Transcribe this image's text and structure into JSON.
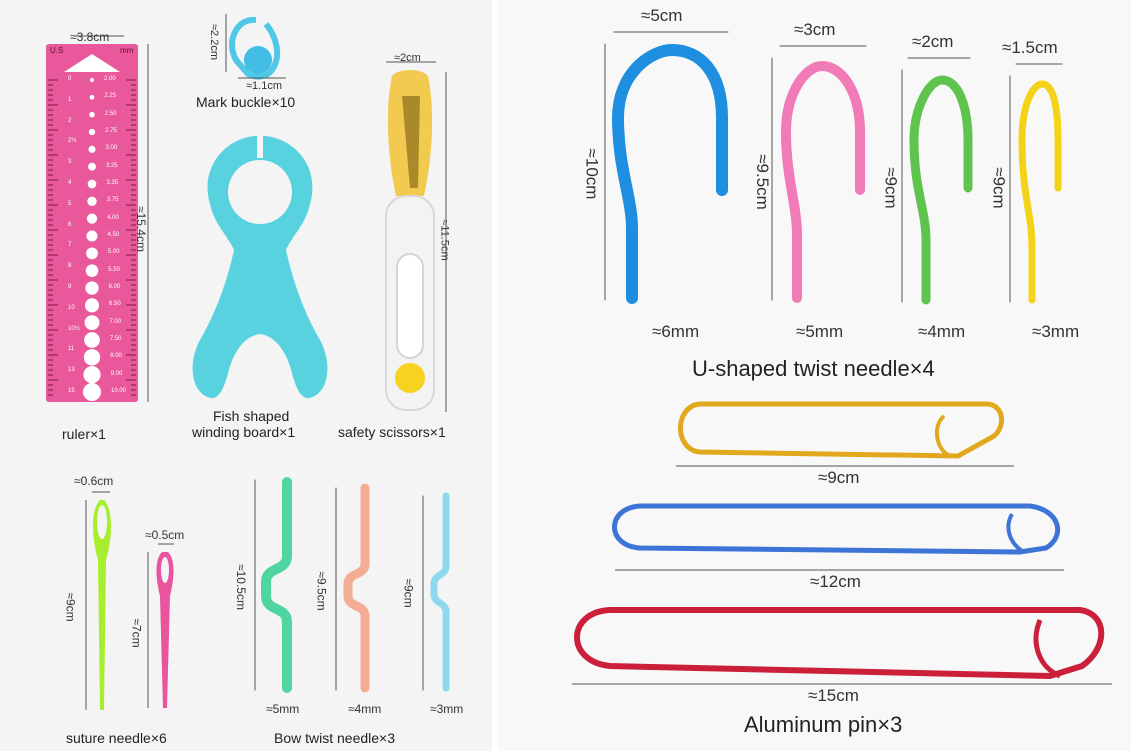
{
  "left": {
    "ruler": {
      "caption": "ruler×1",
      "width_measure": "≈3.8cm",
      "length_measure": "≈15.4cm",
      "top_left_unit": "U.S",
      "top_right_unit": "mm",
      "us_sizes": [
        "0",
        "1",
        "2",
        "2½",
        "3",
        "4",
        "5",
        "6",
        "7",
        "8",
        "9",
        "10",
        "10½",
        "11",
        "13",
        "15"
      ],
      "mm_sizes": [
        "2.00",
        "2.25",
        "2.50",
        "2.75",
        "3.00",
        "3.25",
        "3.35",
        "3.75",
        "4.00",
        "4.50",
        "5.00",
        "5.50",
        "6.00",
        "6.50",
        "7.00",
        "7.50",
        "8.00",
        "9.00",
        "10.00"
      ]
    },
    "mark_buckle": {
      "caption": "Mark buckle×10",
      "height_measure": "≈2.2cm",
      "width_measure": "≈1.1cm"
    },
    "fish_board": {
      "caption_line1": "Fish shaped",
      "caption_line2": "winding board×1"
    },
    "scissors": {
      "caption": "safety scissors×1",
      "width_measure": "≈2cm",
      "length_measure": "≈11.5cm"
    },
    "suture": {
      "caption": "suture needle×6",
      "measures": [
        "≈0.6cm",
        "≈0.5cm"
      ],
      "lengths": [
        "≈9cm",
        "≈7cm"
      ]
    },
    "bow": {
      "caption": "Bow twist needle×3",
      "lengths": [
        "≈10.5cm",
        "≈9.5cm",
        "≈9cm"
      ],
      "diameters": [
        "≈5mm",
        "≈4mm",
        "≈3mm"
      ]
    }
  },
  "right": {
    "u_shaped": {
      "caption": "U-shaped twist needle×4",
      "widths": [
        "≈5cm",
        "≈3cm",
        "≈2cm",
        "≈1.5cm"
      ],
      "lengths": [
        "≈10cm",
        "≈9.5cm",
        "≈9cm",
        "≈9cm"
      ],
      "diameters": [
        "≈6mm",
        "≈5mm",
        "≈4mm",
        "≈3mm"
      ]
    },
    "aluminum": {
      "caption": "Aluminum pin×3",
      "lengths": [
        "≈9cm",
        "≈12cm",
        "≈15cm"
      ]
    }
  },
  "colors": {
    "ruler": "#e8589a",
    "teal": "#4fd3de",
    "u_blue": "#1e8fe0",
    "u_pink": "#f07bb6",
    "u_green": "#5ec44e",
    "u_yellow": "#f3d21a",
    "pin_gold": "#e2a81d",
    "pin_blue": "#3d74d6",
    "pin_red": "#cc1f3a"
  }
}
